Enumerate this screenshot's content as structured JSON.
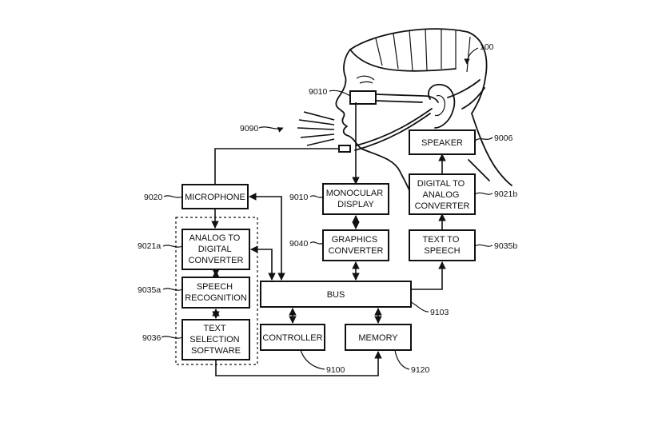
{
  "figure": {
    "blocks": {
      "speaker": [
        "SPEAKER"
      ],
      "dac": [
        "DIGITAL TO",
        "ANALOG",
        "CONVERTER"
      ],
      "microphone": [
        "MICROPHONE"
      ],
      "display": [
        "MONOCULAR",
        "DISPLAY"
      ],
      "adc": [
        "ANALOG TO",
        "DIGITAL",
        "CONVERTER"
      ],
      "graphics": [
        "GRAPHICS",
        "CONVERTER"
      ],
      "tts": [
        "TEXT TO",
        "SPEECH"
      ],
      "speech_recognition": [
        "SPEECH",
        "RECOGNITION"
      ],
      "bus": [
        "BUS"
      ],
      "text_selection": [
        "TEXT",
        "SELECTION",
        "SOFTWARE"
      ],
      "controller": [
        "CONTROLLER"
      ],
      "memory": [
        "MEMORY"
      ]
    },
    "refs": {
      "device": "100",
      "headset_display": "9010",
      "sound": "9090",
      "speaker": "9006",
      "microphone": "9020",
      "display": "9010",
      "dac": "9021b",
      "adc": "9021a",
      "graphics": "9040",
      "tts": "9035b",
      "speech_recognition": "9035a",
      "bus": "9103",
      "text_selection": "9036",
      "controller": "9100",
      "memory": "9120"
    }
  }
}
